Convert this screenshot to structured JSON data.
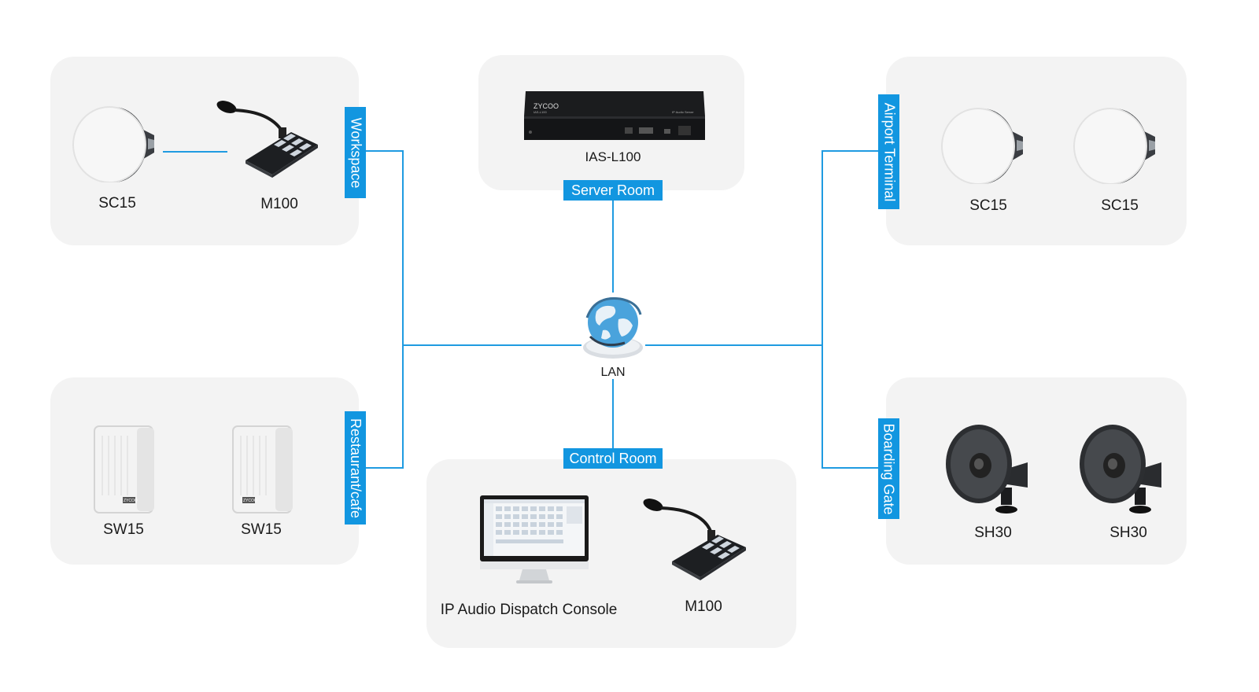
{
  "zones": {
    "workspace": "Workspace",
    "server_room": "Server Room",
    "airport_terminal": "Airport Terminal",
    "restaurant": "Restaurant/cafe",
    "control_room": "Control Room",
    "boarding_gate": "Boarding Gate"
  },
  "devices": {
    "workspace_speaker": "SC15",
    "workspace_mic": "M100",
    "server": "IAS-L100",
    "airport_speaker_1": "SC15",
    "airport_speaker_2": "SC15",
    "restaurant_speaker_1": "SW15",
    "restaurant_speaker_2": "SW15",
    "console": "IP Audio Dispatch Console",
    "control_mic": "M100",
    "gate_horn_1": "SH30",
    "gate_horn_2": "SH30",
    "network": "LAN"
  },
  "branding": {
    "server_logo": "ZYCOO",
    "server_model_plate": "IAS-L100",
    "server_caption": "IP Audio Server",
    "speaker_badge": "ZYCOO"
  },
  "colors": {
    "wire": "#1f9be1",
    "tag": "#1296e0",
    "panel": "#f3f3f3"
  }
}
